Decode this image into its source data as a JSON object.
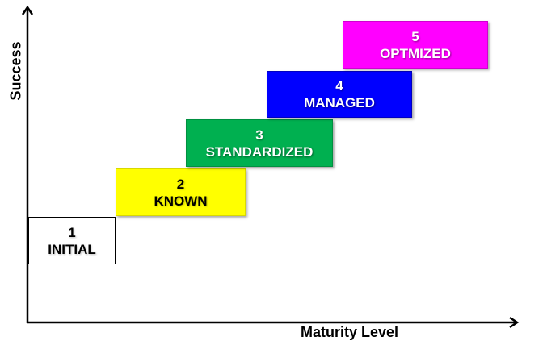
{
  "axes": {
    "y_label": "Success",
    "x_label": "Maturity Level"
  },
  "levels": [
    {
      "number": "1",
      "name": "INITIAL",
      "fill": "#ffffff",
      "text_color": "#000000",
      "border": "#000000"
    },
    {
      "number": "2",
      "name": "KNOWN",
      "fill": "#ffff00",
      "text_color": "#000000",
      "border": "#d8d800"
    },
    {
      "number": "3",
      "name": "STANDARDIZED",
      "fill": "#00b050",
      "text_color": "#ffffff",
      "border": "#009040"
    },
    {
      "number": "4",
      "name": "MANAGED",
      "fill": "#0000ff",
      "text_color": "#ffffff",
      "border": "#0000c0"
    },
    {
      "number": "5",
      "name": "OPTMIZED",
      "fill": "#ff00ff",
      "text_color": "#ffffff",
      "border": "#d000d0"
    }
  ]
}
